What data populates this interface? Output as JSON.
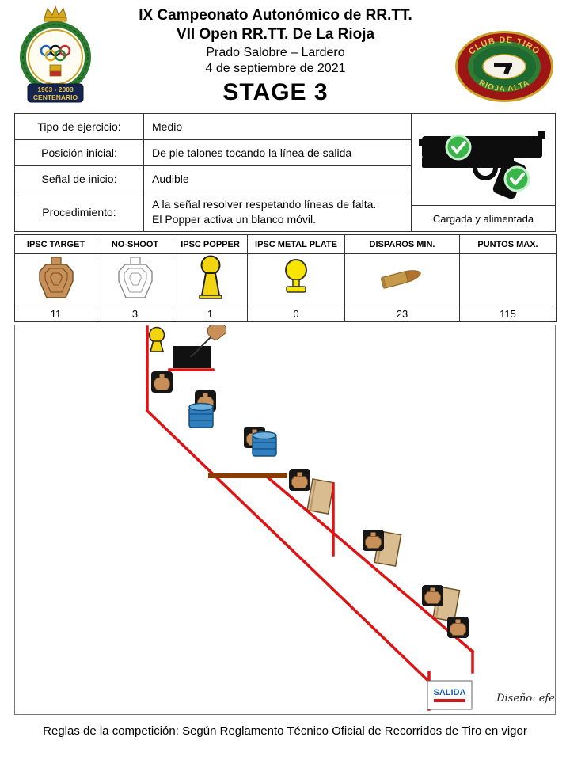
{
  "header": {
    "title1": "IX Campeonato Autonómico de RR.TT.",
    "title2": "VII Open RR.TT. De La Rioja",
    "venue": "Prado Salobre – Lardero",
    "date": "4 de septiembre de 2021",
    "stage_title": "STAGE 3"
  },
  "logos": {
    "left": {
      "years": "1903 - 2003",
      "name": "CENTENARIO"
    },
    "right": {
      "top": "CLUB DE TIRO",
      "bottom": "RIOJA ALTA"
    }
  },
  "briefing": {
    "rows": [
      {
        "label": "Tipo de ejercicio:",
        "value": "Medio"
      },
      {
        "label": "Posición inicial:",
        "value": "De pie talones tocando la línea de salida"
      },
      {
        "label": "Señal de inicio:",
        "value": "Audible"
      },
      {
        "label": "Procedimiento:",
        "value": "A la señal resolver respetando líneas de falta.\nEl Popper activa un blanco móvil."
      }
    ],
    "gun_caption": "Cargada y alimentada"
  },
  "counts": {
    "headers": [
      "IPSC TARGET",
      "NO-SHOOT",
      "IPSC POPPER",
      "IPSC METAL PLATE",
      "DISPAROS MIN.",
      "PUNTOS MAX."
    ],
    "values": [
      "11",
      "3",
      "1",
      "0",
      "23",
      "115"
    ]
  },
  "icons": {
    "counts_row": [
      "ipsc-target-icon",
      "no-shoot-icon",
      "ipsc-popper-icon",
      "ipsc-metal-plate-icon",
      "bullet-icon",
      ""
    ],
    "gun": "pistol-with-green-checks-icon"
  },
  "diagram": {
    "salida_label": "SALIDA",
    "signature": "Diseño: efe"
  },
  "colors": {
    "fault_line_red": "#de1414",
    "barrel_blue": "#2f7fc1",
    "target_tan": "#c89058",
    "popper_yellow": "#f2d410",
    "salida_blue": "#1f5fa8",
    "check_green": "#39b54a"
  },
  "footer": {
    "text": "Reglas de la competición: Según Reglamento Técnico Oficial de Recorridos de Tiro en vigor"
  }
}
